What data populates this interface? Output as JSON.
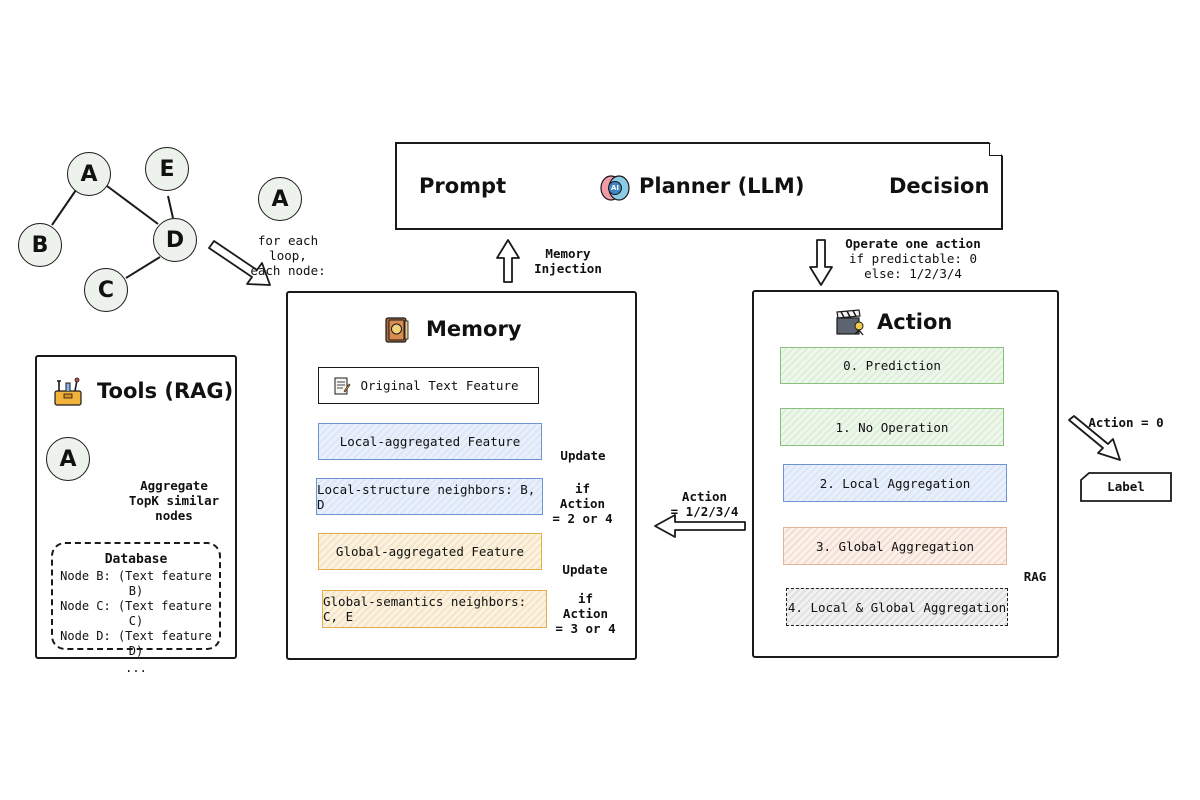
{
  "graph": {
    "nodes": [
      "A",
      "E",
      "B",
      "D",
      "C"
    ],
    "single_node": "A",
    "loop_label_1": "for each loop,",
    "loop_label_2": "each node:"
  },
  "planner": {
    "prompt": "Prompt",
    "planner": "Planner (LLM)",
    "decision": "Decision",
    "ai_badge": "AI"
  },
  "memory_injection": {
    "line1": "Memory",
    "line2": "Injection"
  },
  "operate": {
    "line1": "Operate one action",
    "line2": "if predictable: 0",
    "line3": "else: 1/2/3/4"
  },
  "memory": {
    "title": "Memory",
    "items": [
      "Original Text Feature",
      "Local-aggregated Feature",
      "Local-structure neighbors: B, D",
      "Global-aggregated Feature",
      "Global-semantics neighbors: C, E"
    ],
    "update1": {
      "label": "Update",
      "cond1": "if Action",
      "cond2": "= 2 or 4"
    },
    "update2": {
      "label": "Update",
      "cond1": "if Action",
      "cond2": "= 3 or 4"
    }
  },
  "action": {
    "title": "Action",
    "items": [
      "0. Prediction",
      "1. No Operation",
      "2. Local Aggregation",
      "3. Global Aggregation",
      "4. Local & Global Aggregation"
    ],
    "rag": "RAG",
    "arrow_label_1": "Action",
    "arrow_label_2": "= 1/2/3/4",
    "action_zero": "Action = 0",
    "output": "Label"
  },
  "tools": {
    "title": "Tools (RAG)",
    "node": "A",
    "aggregate_1": "Aggregate",
    "aggregate_2": "TopK similar nodes",
    "database": {
      "title": "Database",
      "rows": [
        "Node B: (Text feature B)",
        "Node C: (Text feature C)",
        "Node D: (Text feature D)",
        "..."
      ]
    }
  },
  "colors": {
    "blue": "#6e94d4",
    "orange": "#e3ad4a",
    "green": "#89c07d",
    "peach": "#e0b59a"
  }
}
